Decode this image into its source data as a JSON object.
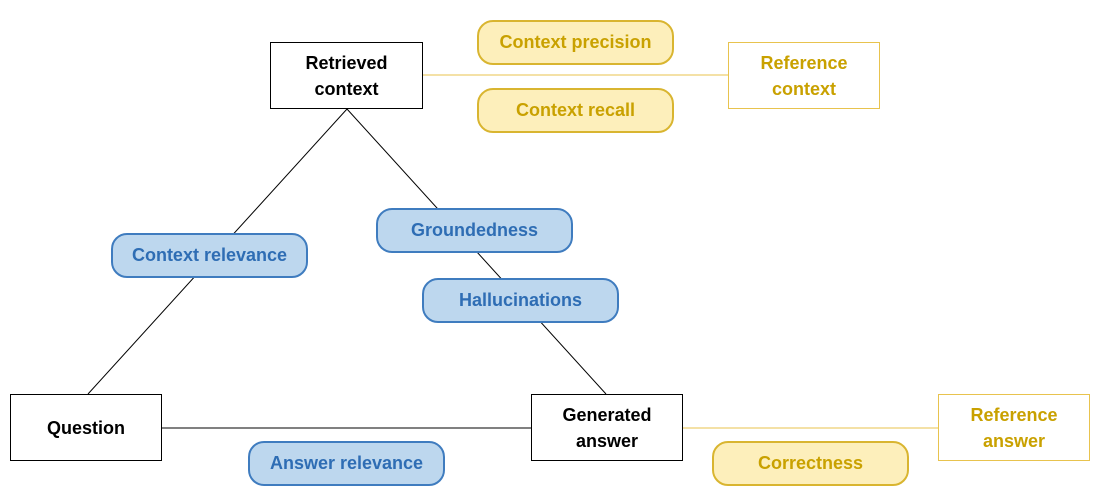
{
  "nodes": {
    "retrieved_context": "Retrieved\ncontext",
    "question": "Question",
    "generated_answer": "Generated\nanswer",
    "reference_context": "Reference\ncontext",
    "reference_answer": "Reference\nanswer"
  },
  "metrics": {
    "context_precision": "Context precision",
    "context_recall": "Context recall",
    "context_relevance": "Context relevance",
    "groundedness": "Groundedness",
    "hallucinations": "Hallucinations",
    "answer_relevance": "Answer relevance",
    "correctness": "Correctness"
  },
  "colors": {
    "line": "#000000",
    "gold_line": "#e8c34e",
    "blue_fill": "#bdd7ee",
    "blue_border": "#3f7cbf",
    "blue_text": "#2e6db4",
    "yellow_fill": "#fdefbb",
    "yellow_border": "#d9b530",
    "gold_text": "#c9a100"
  }
}
